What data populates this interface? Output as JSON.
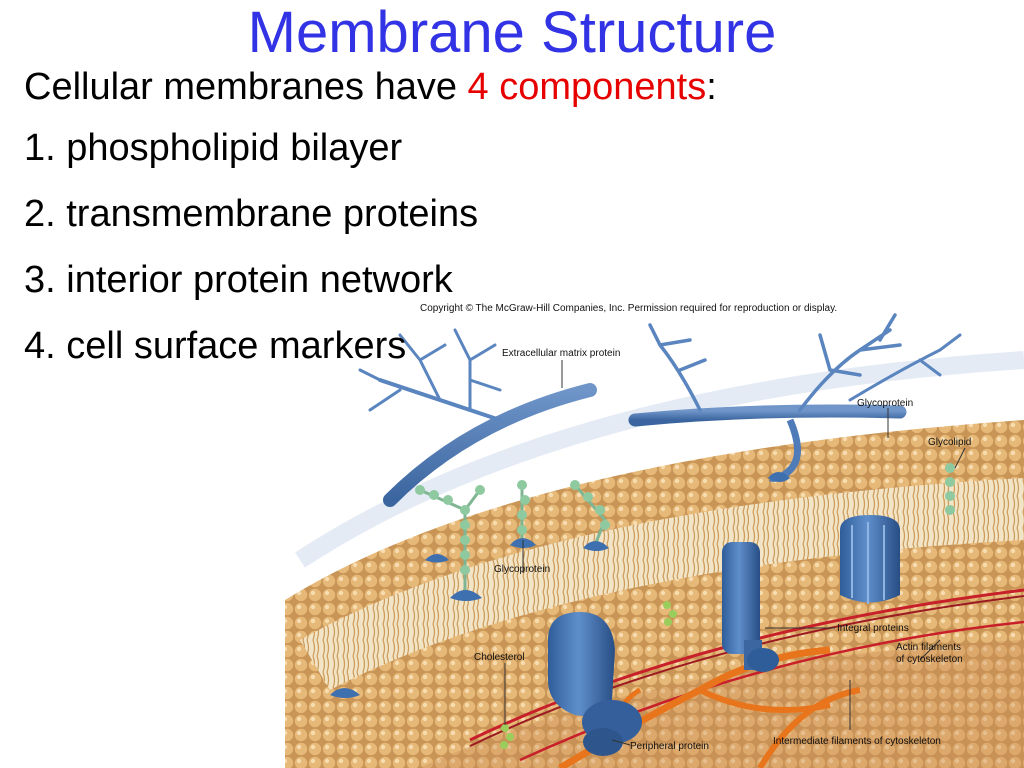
{
  "slide": {
    "title": "Membrane Structure",
    "intro_before": "Cellular membranes have ",
    "intro_highlight": "4 components",
    "intro_after": ":",
    "items": [
      "1. phospholipid bilayer",
      "2. transmembrane proteins",
      "3. interior protein network",
      "4. cell surface markers"
    ]
  },
  "figure": {
    "copyright": "Copyright © The McGraw-Hill Companies, Inc. Permission required for reproduction or display.",
    "labels": {
      "extracellular_matrix": "Extracellular matrix protein",
      "glycoprotein_top": "Glycoprotein",
      "glycolipid": "Glycolipid",
      "glycoprotein_mid": "Glycoprotein",
      "integral_proteins": "Integral proteins",
      "actin_line1": "Actin filaments",
      "actin_line2": "of cytoskeleton",
      "cholesterol": "Cholesterol",
      "peripheral": "Peripheral protein",
      "intermediate": "Intermediate filaments of cytoskeleton"
    }
  },
  "colors": {
    "title": "#3333e6",
    "highlight": "#e60000",
    "membrane_head": "#d9a766",
    "protein": "#3e6fae",
    "filament_actin": "#c8202a",
    "filament_intermediate": "#e8741c",
    "sugar": "#8ec9a0"
  }
}
